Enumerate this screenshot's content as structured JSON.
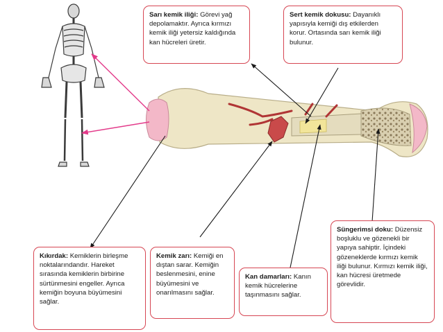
{
  "colors": {
    "box_border": "#d64552",
    "bone": "#eee6c6",
    "cartilage": "#f3b8c8",
    "marrow": "#f2e59a",
    "vessel": "#b03535",
    "arrow": "#1a1a1a",
    "pink_arrow": "#e33a8a"
  },
  "labels": {
    "sari_kemik_iligi": {
      "title": "Sarı kemik iliği:",
      "text": "Görevi yağ depolamaktır. Ayrıca kırmızı kemik iliği yetersiz kaldığında kan hücreleri üretir."
    },
    "sert_kemik_dokusu": {
      "title": "Sert kemik dokusu:",
      "text": "Dayanıklı yapısıyla kemiği dış etkilerden korur. Ortasında sarı kemik iliği bulunur."
    },
    "kikirdak": {
      "title": "Kıkırdak:",
      "text": "Kemiklerin birleşme noktalarındandır. Hareket sırasında kemiklerin birbirine sürtünmesini engeller. Ayrıca kemiğin boyuna büyümesini sağlar."
    },
    "kemik_zari": {
      "title": "Kemik zarı:",
      "text": "Kemiği en dıştan sarar. Kemiğin beslenmesini, enine büyümesini ve onarılmasını sağlar."
    },
    "kan_damarlari": {
      "title": "Kan damarları:",
      "text": "Kanın kemik hücrelerine taşınmasını sağlar."
    },
    "sungerimsi_doku": {
      "title": "Süngerimsi doku:",
      "text": "Düzensiz boşluklu ve gözenekli bir yapıya sahiptir. İçindeki gözeneklerde kırmızı kemik iliği bulunur. Kırmızı kemik iliği, kan hücresi üretmede görevlidir."
    }
  }
}
